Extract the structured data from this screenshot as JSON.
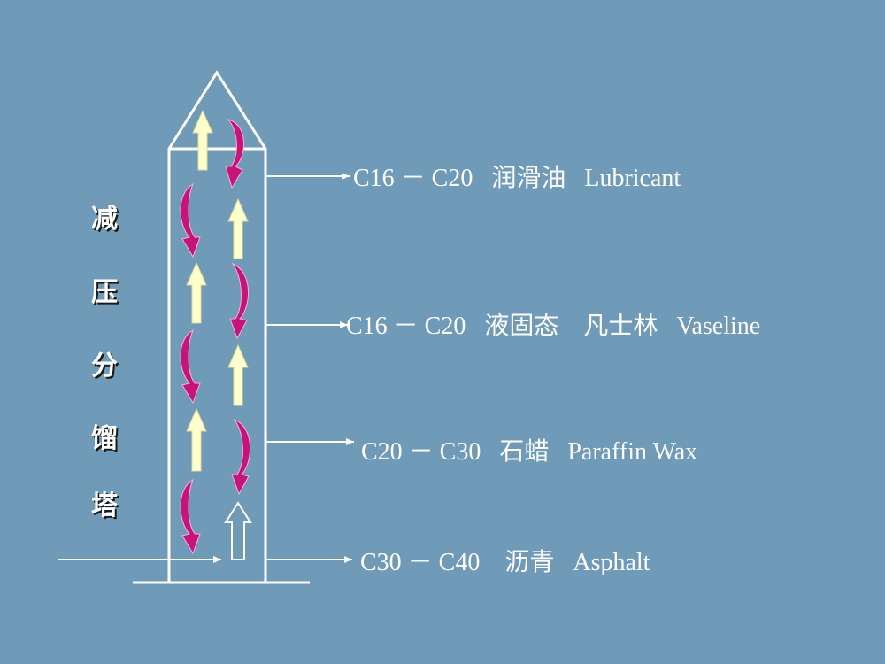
{
  "tower": {
    "title_chars": [
      "减",
      "压",
      "分",
      "馏",
      "塔"
    ]
  },
  "fractions": [
    {
      "label": "C16 － C20   润滑油   Lubricant"
    },
    {
      "label": "C16 － C20   液固态    凡士林   Vaseline"
    },
    {
      "label": "C20 － C30   石蜡   Paraffin Wax"
    },
    {
      "label": "C30 － C40    沥青   Asphalt"
    }
  ],
  "colors": {
    "background": "#6f9ab8",
    "tower_line": "#ffffff",
    "up_arrow_fill": "#ffffcc",
    "curved_arrow_fill": "#c8147a",
    "curved_arrow_edge": "#e8a0cf"
  }
}
